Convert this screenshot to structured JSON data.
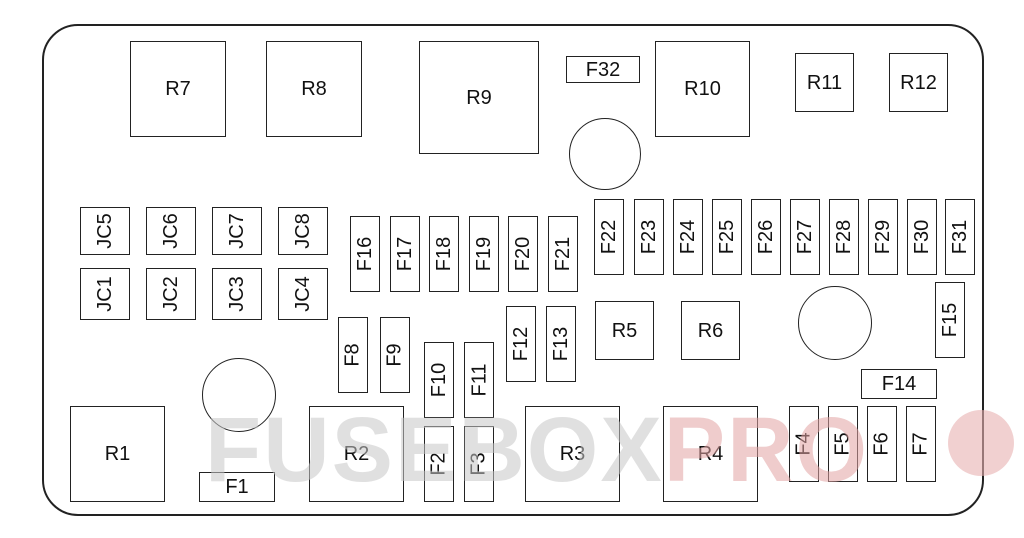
{
  "relays": {
    "r1": "R1",
    "r2": "R2",
    "r3": "R3",
    "r4": "R4",
    "r5": "R5",
    "r6": "R6",
    "r7": "R7",
    "r8": "R8",
    "r9": "R9",
    "r10": "R10",
    "r11": "R11",
    "r12": "R12"
  },
  "fuses": {
    "f1": "F1",
    "f2": "F2",
    "f3": "F3",
    "f4": "F4",
    "f5": "F5",
    "f6": "F6",
    "f7": "F7",
    "f8": "F8",
    "f9": "F9",
    "f10": "F10",
    "f11": "F11",
    "f12": "F12",
    "f13": "F13",
    "f14": "F14",
    "f15": "F15",
    "f16": "F16",
    "f17": "F17",
    "f18": "F18",
    "f19": "F19",
    "f20": "F20",
    "f21": "F21",
    "f22": "F22",
    "f23": "F23",
    "f24": "F24",
    "f25": "F25",
    "f26": "F26",
    "f27": "F27",
    "f28": "F28",
    "f29": "F29",
    "f30": "F30",
    "f31": "F31",
    "f32": "F32"
  },
  "jcases": {
    "jc1": "JC1",
    "jc2": "JC2",
    "jc3": "JC3",
    "jc4": "JC4",
    "jc5": "JC5",
    "jc6": "JC6",
    "jc7": "JC7",
    "jc8": "JC8"
  },
  "watermark": {
    "main": "FUSEBOX",
    "accent": "PRO"
  }
}
